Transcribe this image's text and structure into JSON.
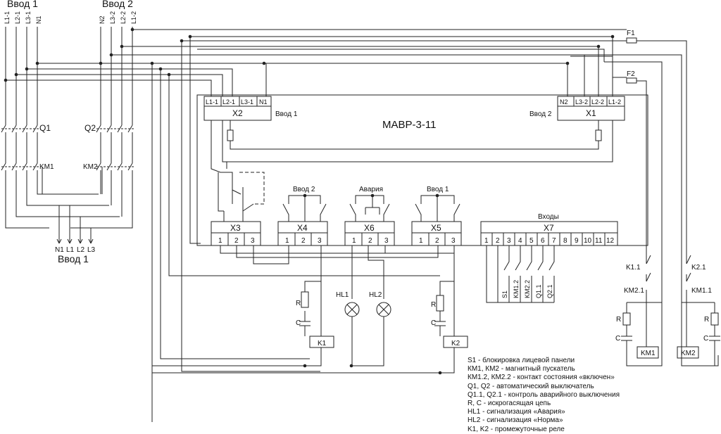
{
  "title": "МАВР-3-11",
  "inputs": {
    "input1_top": "Ввод 1",
    "input2_top": "Ввод 2",
    "input1_bottom": "Ввод 1",
    "input1_lines": [
      "L1-1",
      "L2-1",
      "L3-1",
      "N1"
    ],
    "input2_lines": [
      "N2",
      "L3-2",
      "L2-2",
      "L1-2"
    ],
    "bottom_lines": [
      "N1",
      "L1",
      "L2",
      "L3"
    ]
  },
  "switches": {
    "q1": "Q1",
    "q2": "Q2",
    "km1": "KM1",
    "km2": "KM2"
  },
  "fuses": {
    "f1": "F1",
    "f2": "F2"
  },
  "connectors": {
    "x2": {
      "name": "X2",
      "pins": [
        "L1-1",
        "L2-1",
        "L3-1",
        "N1"
      ],
      "side_label": "Ввод 1"
    },
    "x1": {
      "name": "X1",
      "pins": [
        "N2",
        "L3-2",
        "L2-2",
        "L1-2"
      ],
      "side_label": "Ввод 2"
    },
    "x3": {
      "name": "X3",
      "pins": [
        "1",
        "2",
        "3"
      ]
    },
    "x4": {
      "name": "X4",
      "pins": [
        "1",
        "2",
        "3"
      ],
      "label": "Ввод 2"
    },
    "x6": {
      "name": "X6",
      "pins": [
        "1",
        "2",
        "3"
      ],
      "label": "Авария"
    },
    "x5": {
      "name": "X5",
      "pins": [
        "1",
        "2",
        "3"
      ],
      "label": "Ввод 1"
    },
    "x7": {
      "name": "X7",
      "pins": [
        "1",
        "2",
        "3",
        "4",
        "5",
        "6",
        "7",
        "8",
        "9",
        "10",
        "11",
        "12"
      ],
      "label": "Входы"
    }
  },
  "x7_contacts": [
    "S1",
    "KM1.2",
    "KM2.2",
    "Q1.1",
    "Q2.1"
  ],
  "components": {
    "r_left": "R",
    "c_left": "C",
    "k1": "K1",
    "r_mid": "R",
    "c_mid": "C",
    "k2": "K2",
    "hl1": "HL1",
    "hl2": "HL2",
    "r_right1": "R",
    "c_right1": "C",
    "km1_coil": "KM1",
    "r_right2": "R",
    "c_right2": "C",
    "km2_coil": "KM2",
    "k11": "K1.1",
    "km21": "KM2.1",
    "k21": "K2.1",
    "km11": "KM1.1"
  },
  "legend": [
    "S1 - блокировка лицевой панели",
    "КМ1, КМ2 - магнитный пускатель",
    "КМ1.2, КМ2.2 - контакт состояния «включен»",
    "Q1, Q2 - автоматический выключатель",
    "Q1.1, Q2.1 - контроль аварийного выключения",
    "R, C - искрогасящая цепь",
    "HL1 - сигнализация «Авария»",
    "HL2 - сигнализация «Норма»",
    "K1, K2 - промежуточные реле"
  ]
}
